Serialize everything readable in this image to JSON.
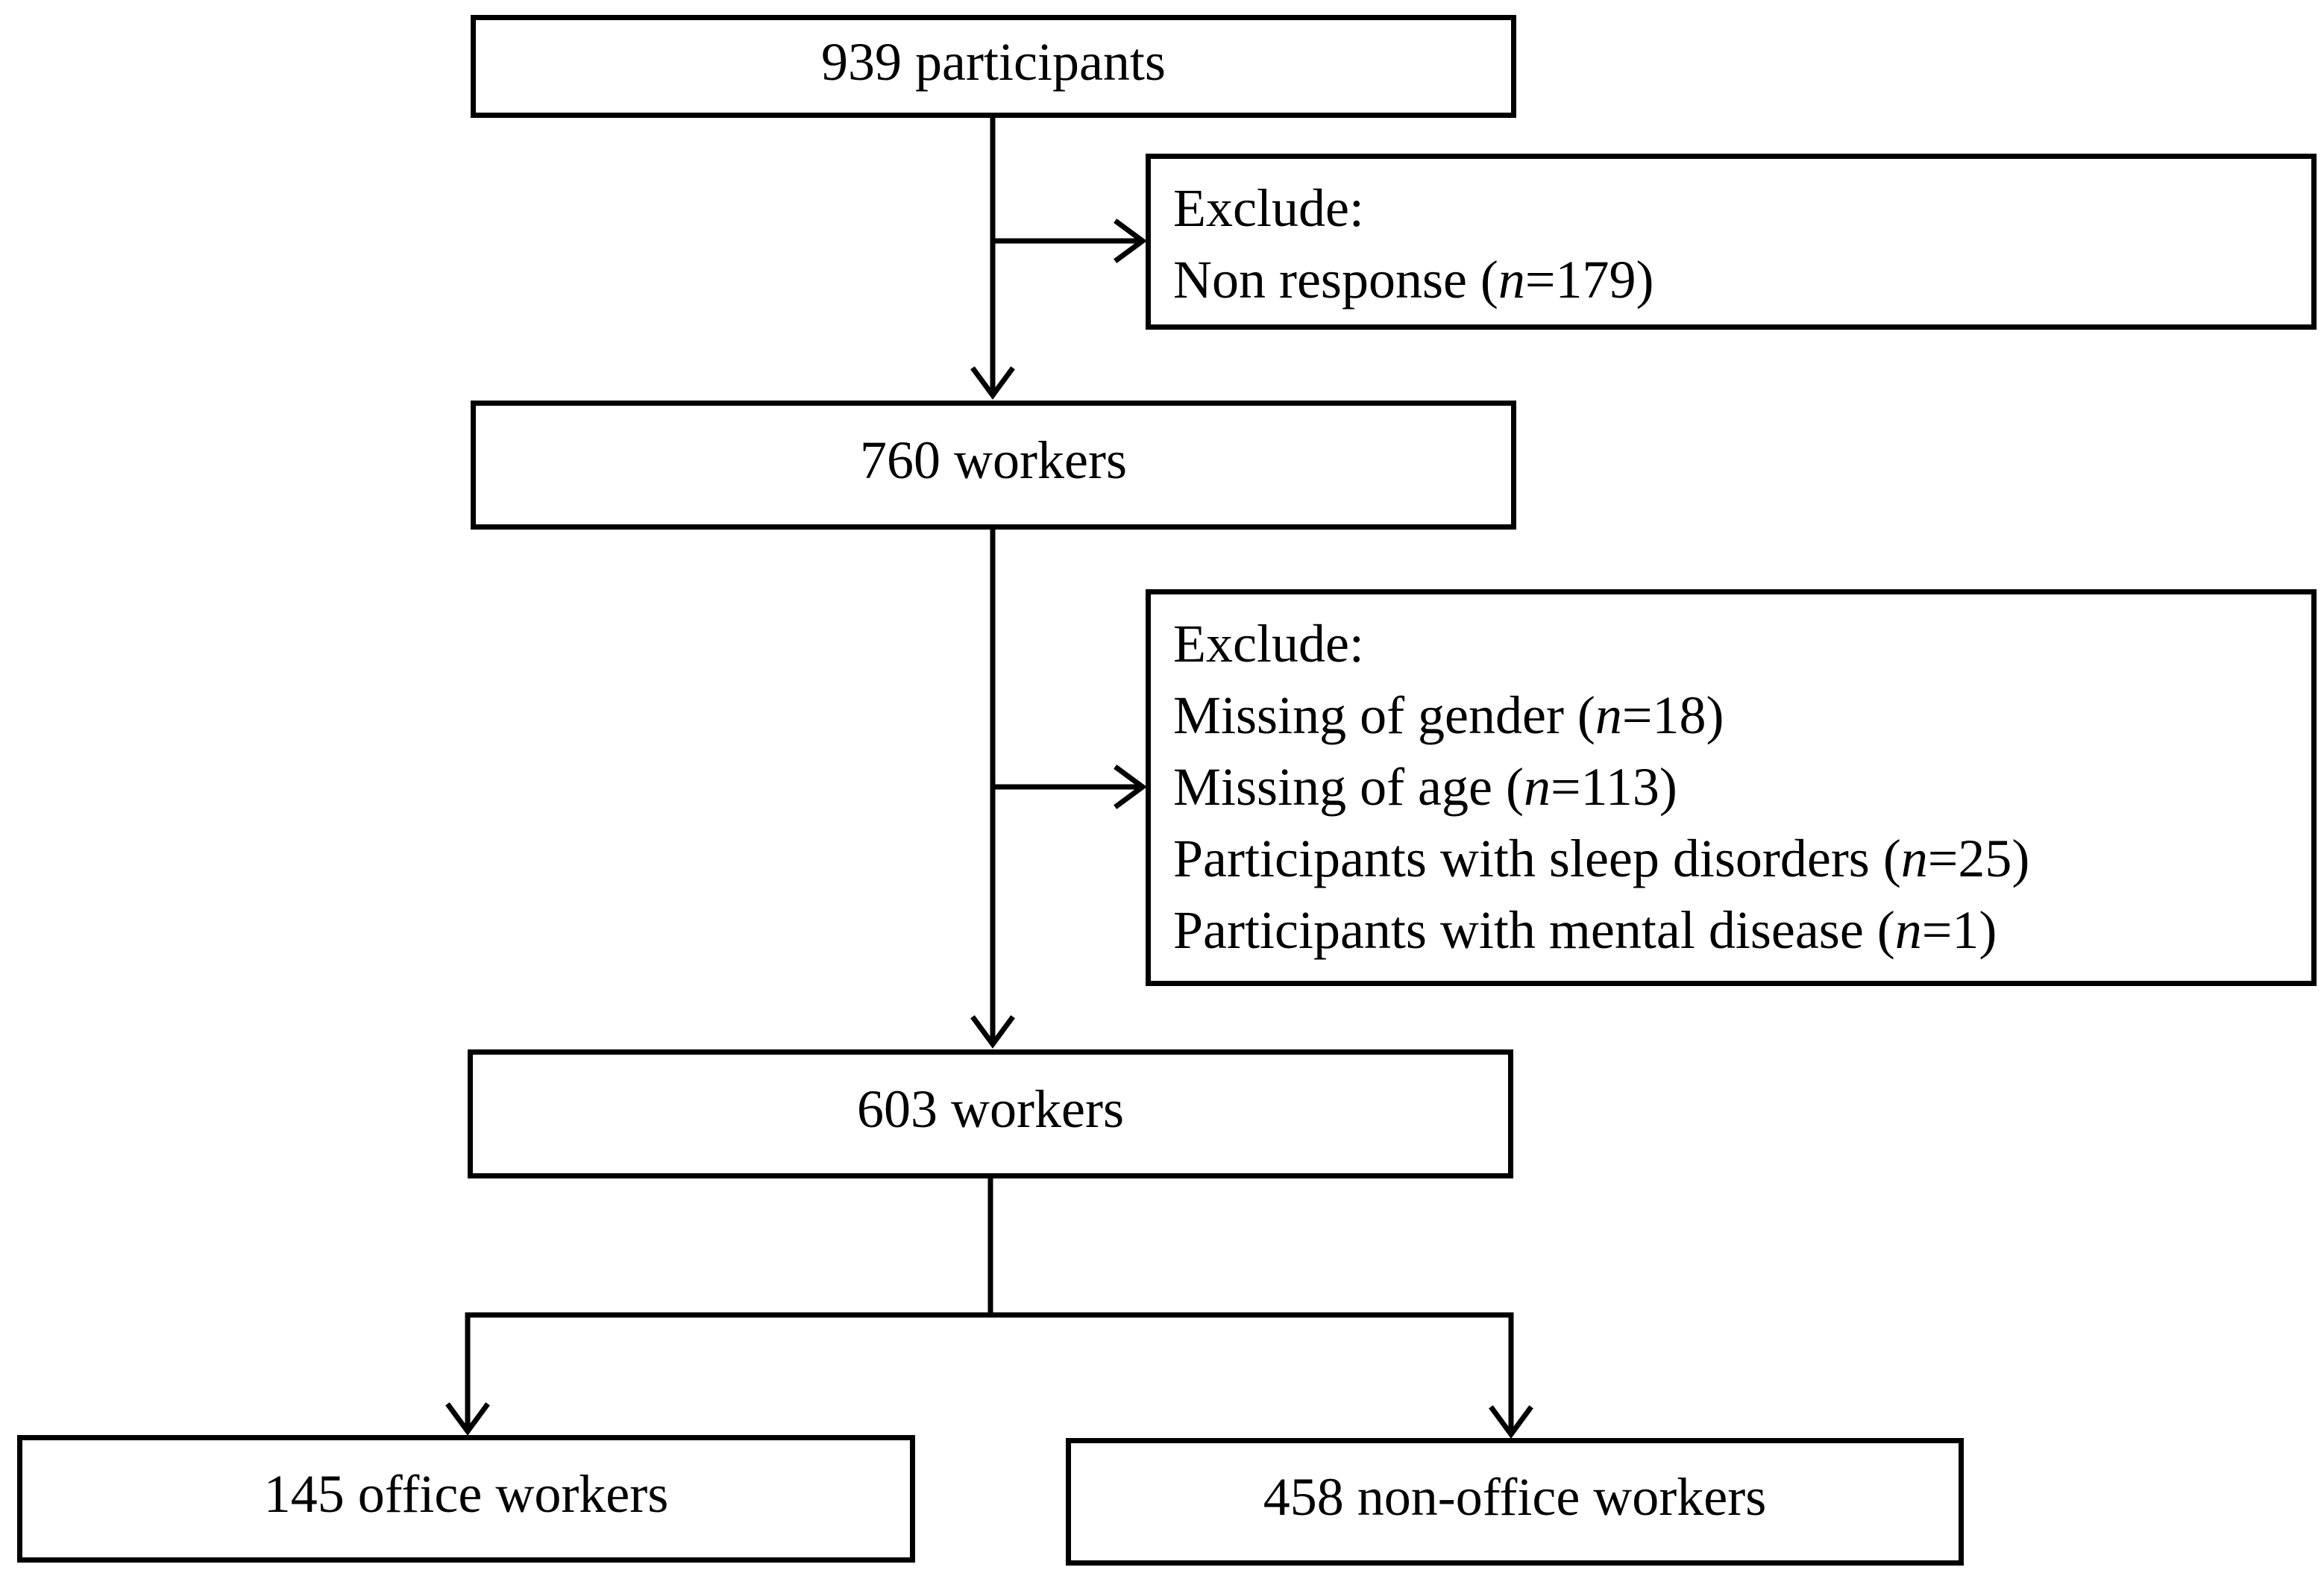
{
  "top_box": "939 participants",
  "exclusion_1": {
    "heading": "Exclude:",
    "items": [
      {
        "label": "Non response (",
        "n": "n",
        "value": "=179)"
      }
    ]
  },
  "second_box": "760 workers",
  "exclusion_2": {
    "heading": "Exclude:",
    "items": [
      {
        "label": "Missing of gender (",
        "n": "n",
        "value": "=18)"
      },
      {
        "label": "Missing of age (",
        "n": "n",
        "value": "=113)"
      },
      {
        "label": "Participants with sleep disorders (",
        "n": "n",
        "value": "=25)"
      },
      {
        "label": "Participants with mental disease (",
        "n": "n",
        "value": "=1)"
      }
    ]
  },
  "third_box": "603 workers",
  "left_box": "145 office workers",
  "right_box": "458 non-office workers"
}
